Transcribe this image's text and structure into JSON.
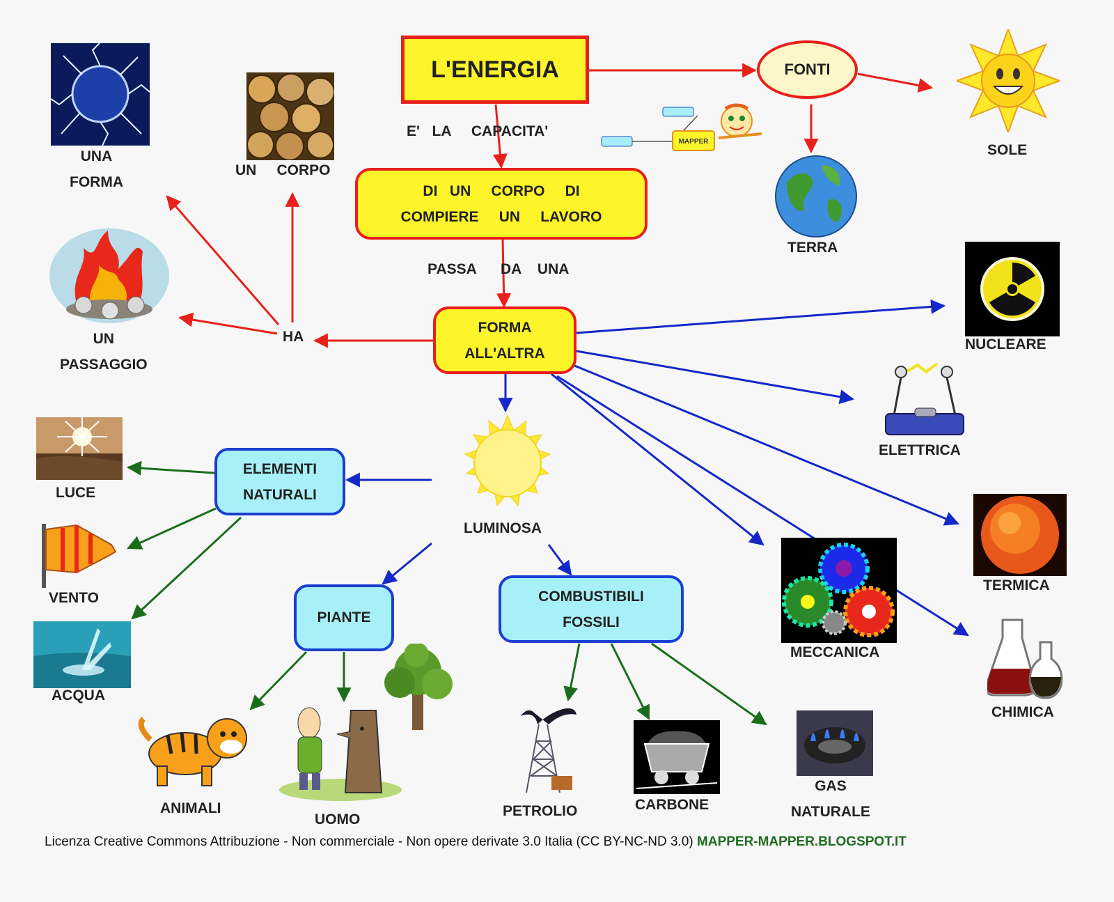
{
  "title": "L'ENERGIA",
  "fonti": "FONTI",
  "sole": "SOLE",
  "terra": "TERRA",
  "mapper_logo": "MAPPER",
  "link_capacita": "E'   LA     CAPACITA'",
  "box_corpo": [
    "DI   UN     CORPO     DI",
    "COMPIERE     UN     LAVORO"
  ],
  "link_passa": "PASSA      DA    UNA",
  "box_forma": [
    "FORMA",
    "ALL'ALTRA"
  ],
  "ha": "HA",
  "una_forma": "UNA\nFORMA",
  "un_corpo": "UN     CORPO",
  "un_passaggio": "UN\nPASSAGGIO",
  "forms": {
    "nucleare": "NUCLEARE",
    "elettrica": "ELETTRICA",
    "termica": "TERMICA",
    "meccanica": "MECCANICA",
    "chimica": "CHIMICA",
    "luminosa": "LUMINOSA"
  },
  "box_elementi": [
    "ELEMENTI",
    "NATURALI"
  ],
  "box_piante": "PIANTE",
  "box_combustibili": [
    "COMBUSTIBILI",
    "FOSSILI"
  ],
  "natural": {
    "luce": "LUCE",
    "vento": "VENTO",
    "acqua": "ACQUA"
  },
  "piante_items": {
    "animali": "ANIMALI",
    "uomo": "UOMO"
  },
  "fossil_items": {
    "petrolio": "PETROLIO",
    "carbone": "CARBONE",
    "gas": "GAS\nNATURALE"
  },
  "footer": {
    "license": "Licenza Creative Commons Attribuzione - Non commerciale - Non opere derivate 3.0 Italia (CC BY-NC-ND 3.0) ",
    "site": "MAPPER-MAPPER.BLOGSPOT.IT"
  },
  "colors": {
    "red_link": "#e8201b",
    "blue_link": "#1428c8",
    "green_link": "#1a6e1a",
    "yellow_box": "#fdf52a",
    "cyan_box": "#a8f0f8"
  },
  "icons": [
    "lightning-plasma-icon",
    "logs-icon",
    "campfire-icon",
    "sun-icon",
    "earth-icon",
    "radiation-icon",
    "tesla-coil-icon",
    "sun-surface-icon",
    "gears-icon",
    "flasks-icon",
    "sunlight-icon",
    "windsock-icon",
    "water-splash-icon",
    "tiger-icon",
    "man-and-tree-icon",
    "tree-icon",
    "oil-derrick-icon",
    "coal-cart-icon",
    "gas-burner-icon",
    "mapper-mascot-icon"
  ]
}
